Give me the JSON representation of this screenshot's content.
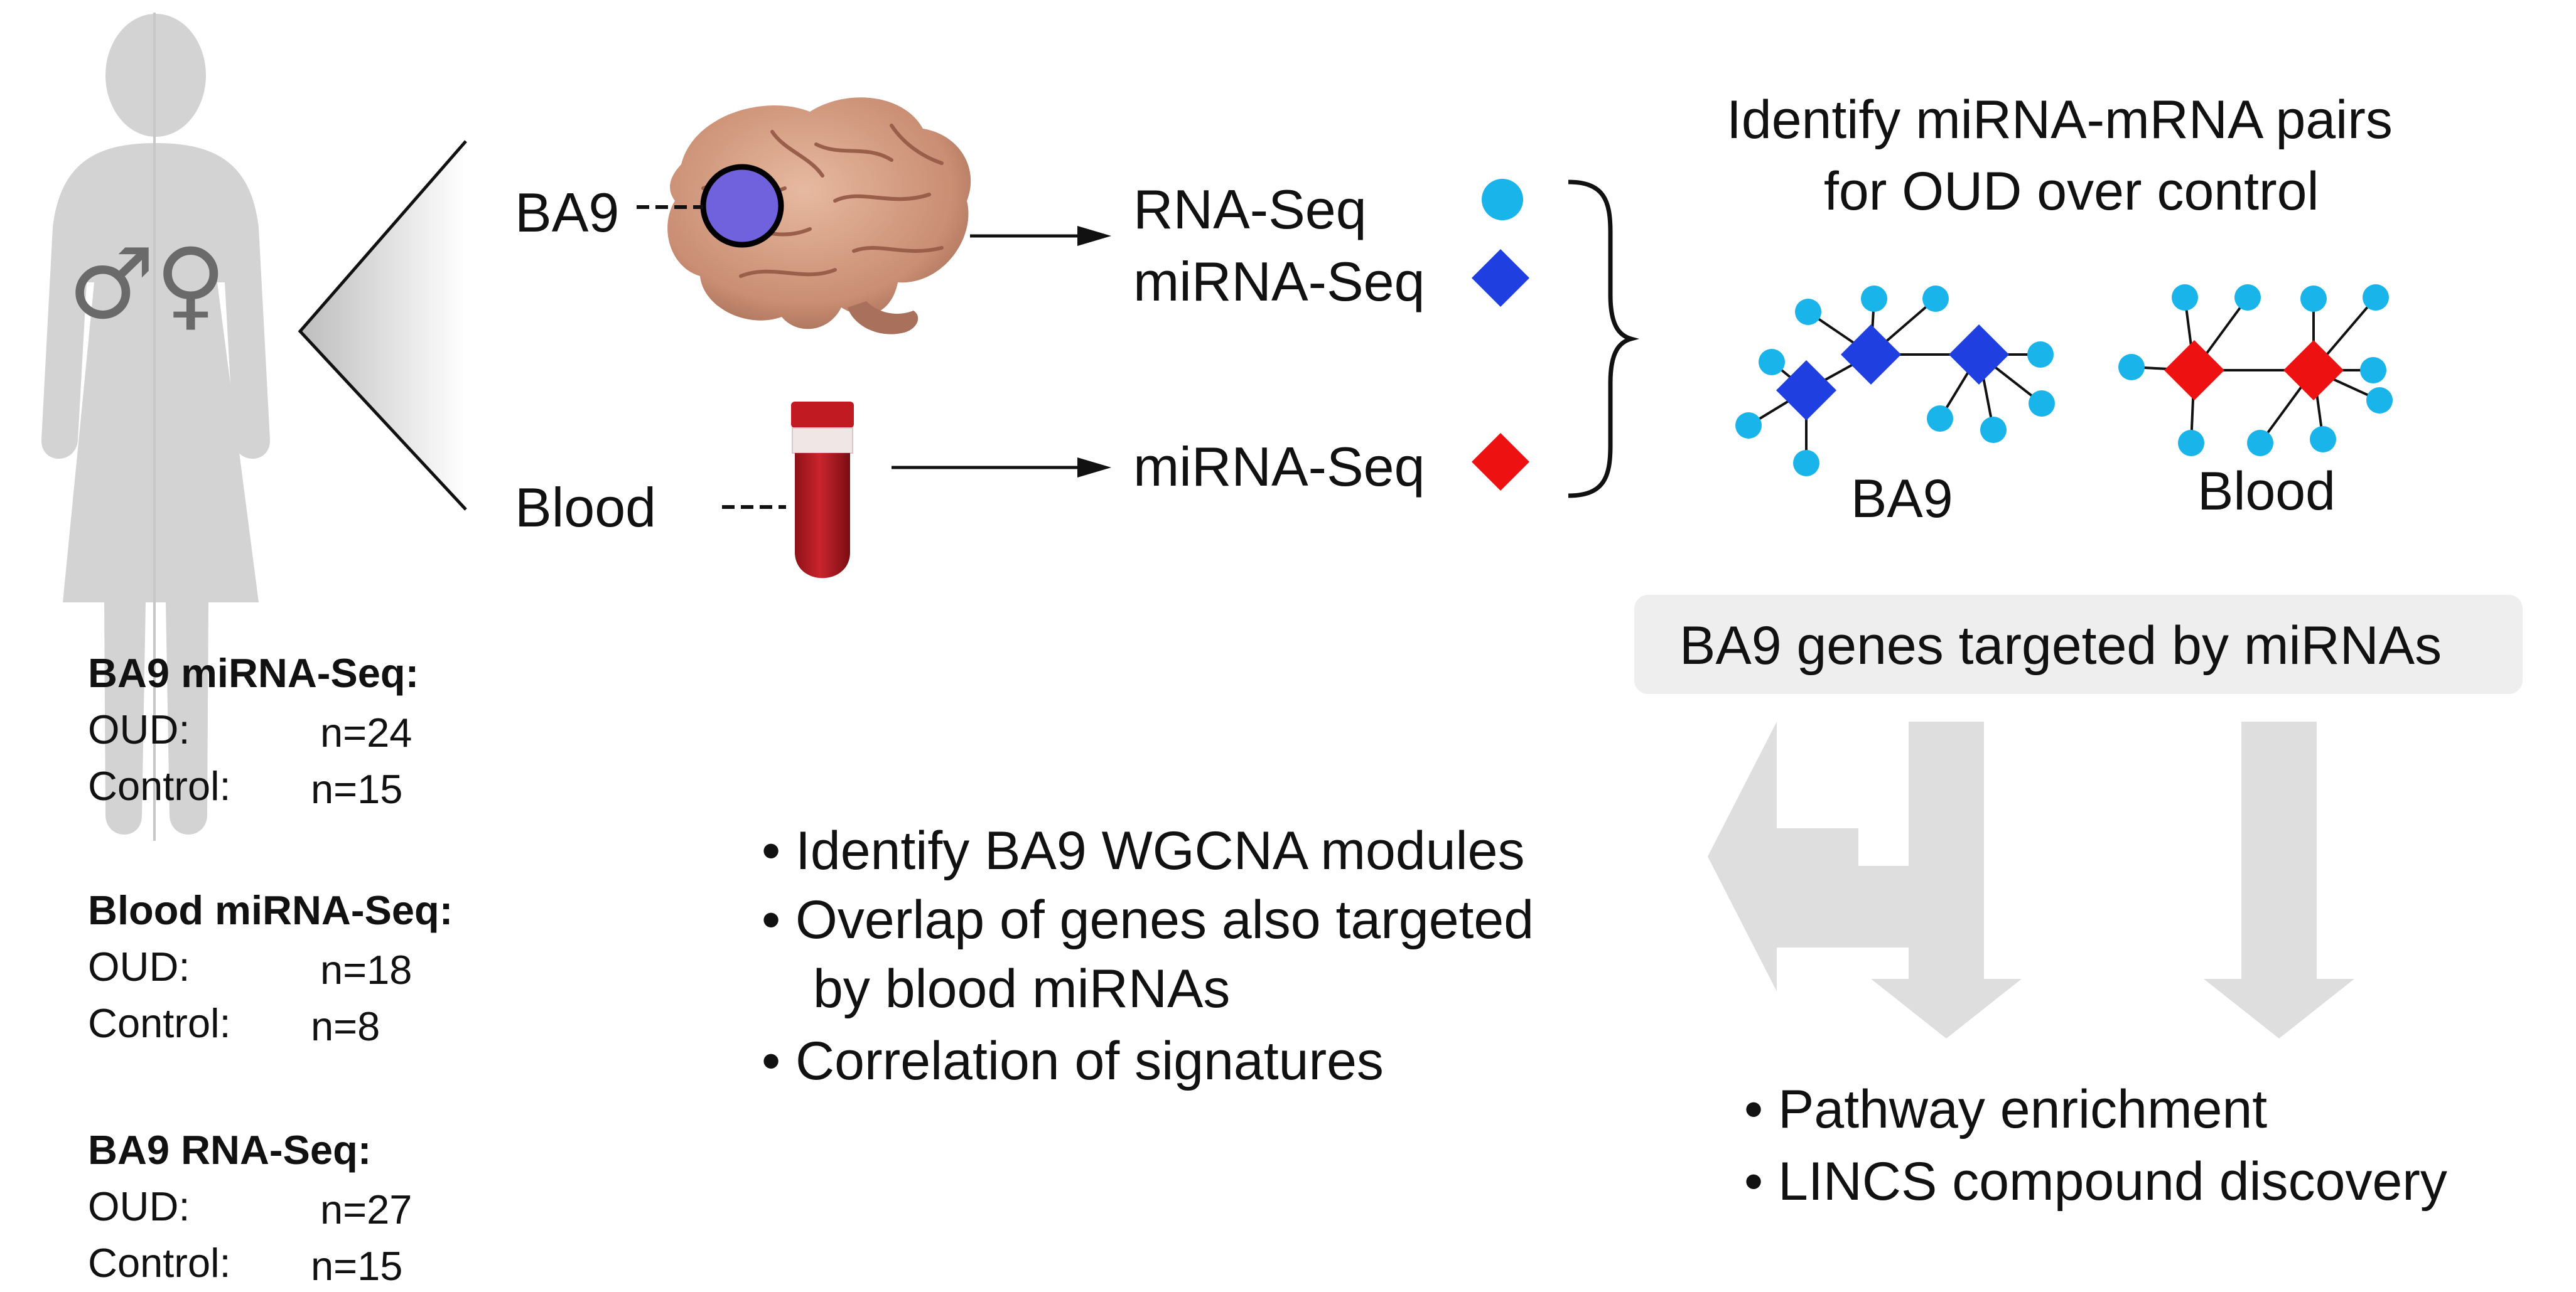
{
  "labels": {
    "ba9_region": "BA9",
    "blood_sample": "Blood",
    "rna_seq": "RNA-Seq",
    "mirna_seq_brain": "miRNA-Seq",
    "mirna_seq_blood": "miRNA-Seq",
    "network_title_line1": "Identify miRNA-mRNA pairs",
    "network_title_line2": "for OUD over control",
    "network_ba9": "BA9",
    "network_blood": "Blood",
    "targeted_box": "BA9 genes targeted by miRNAs"
  },
  "cohorts": [
    {
      "heading": "BA9 miRNA-Seq:",
      "oud_label": "OUD:",
      "oud_n": "n=24",
      "control_label": "Control:",
      "control_n": "n=15"
    },
    {
      "heading": "Blood miRNA-Seq:",
      "oud_label": "OUD:",
      "oud_n": "n=18",
      "control_label": "Control:",
      "control_n": "n=8"
    },
    {
      "heading": "BA9 RNA-Seq:",
      "oud_label": "OUD:",
      "oud_n": "n=27",
      "control_label": "Control:",
      "control_n": "n=15"
    }
  ],
  "analyses_left": [
    "• Identify BA9 WGCNA modules",
    "• Overlap of genes also targeted",
    "by blood miRNAs",
    "• Correlation of signatures"
  ],
  "analyses_right": [
    "• Pathway enrichment",
    "• LINCS compound discovery"
  ],
  "symbols": {
    "sex": "♂♀",
    "mrna_marker": "light-blue-circle",
    "brain_mirna_marker": "blue-diamond",
    "blood_mirna_marker": "red-diamond"
  },
  "colors": {
    "mrna": "#19b4ea",
    "brain_mirna": "#1f3fe0",
    "blood_mirna": "#ee1111",
    "silhouette": "#d3d3d3",
    "arrows": "#dedede",
    "box": "#eeeeee",
    "ba9_highlight": "#6f62dc",
    "blood_tube": "#b01b23"
  }
}
